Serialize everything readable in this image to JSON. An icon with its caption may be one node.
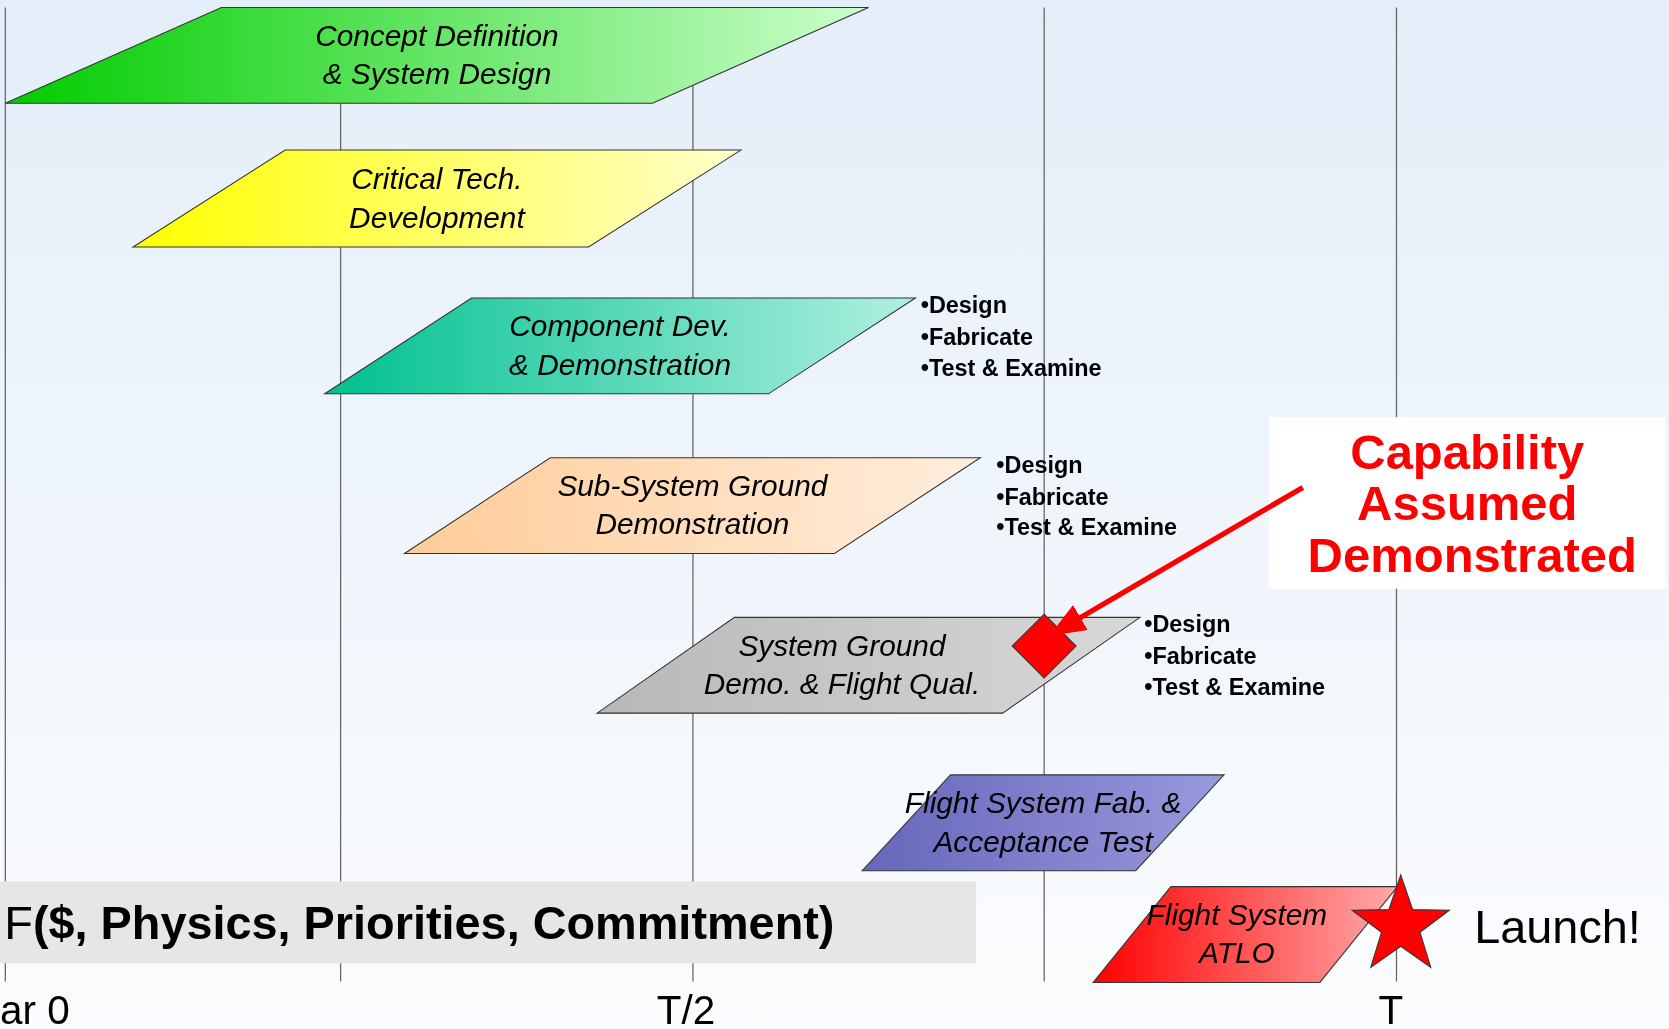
{
  "diagram": {
    "nodes": [
      {
        "text": [
          "Concept Definition & System Design"
        ]
      },
      {
        "text": [
          "Critical Tech. Development"
        ]
      },
      {
        "text": [
          "Component Dev. & Demonstration"
        ],
        "beside": [
          "•Design",
          "•Fabricate",
          "•Test & Examine"
        ]
      },
      {
        "text": [
          "Sub-System Ground Demonstration"
        ],
        "beside": [
          "•Design",
          "•Fabricate",
          "•Test & Examine"
        ]
      },
      {
        "text": [
          "System Ground Demo. & Flight Qual."
        ],
        "beside": [
          "•Design",
          "•Fabricate",
          "•Test & Examine"
        ]
      },
      {
        "text": [
          "Flight System Fab. & Acceptance Test"
        ]
      },
      {
        "text": [
          "Flight System ATLO"
        ]
      },
      {
        "text": [
          "Capability Assumed Demonstrated"
        ]
      },
      {
        "text": [],
        "shape": "diamond",
        "in": 4
      },
      {
        "text": [],
        "shape": "star",
        "beside": [
          "Launch!"
        ]
      }
    ],
    "edges": [
      {
        "from": 7,
        "to": 8,
        "arrow": "to"
      }
    ],
    "labels": [
      "F**($, Physics, Priorities, Commitment)**",
      "ar 0",
      "T/2",
      "T"
    ]
  }
}
